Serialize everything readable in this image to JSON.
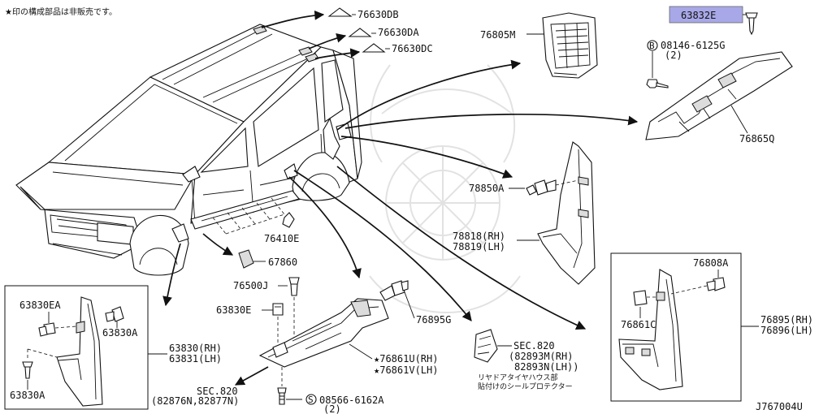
{
  "note": "★印の構成部品は非販売です。",
  "diagram_id": "J767004U",
  "parts": {
    "p76630DB": "76630DB",
    "p76630DA": "76630DA",
    "p76630DC": "76630DC",
    "p76805M": "76805M",
    "p63832E": "63832E",
    "bolt_code": "08146-6125G",
    "bolt_marker": "B",
    "bolt_qty": "(2)",
    "p76865Q": "76865Q",
    "p78850A": "78850A",
    "p78818": "78818(RH)",
    "p78819": "78819(LH)",
    "p76410E": "76410E",
    "p67860": "67860",
    "p76500J": "76500J",
    "p63830E": "63830E",
    "p76895G": "76895G",
    "p76861U": "★76861U(RH)",
    "p76861V": "★76861V(LH)",
    "sec820_a": "SEC.820",
    "p82893M": "(82893M(RH)",
    "p82893N": "82893N(LH))",
    "jp_desc_1": "リヤドアタイヤハウス部",
    "jp_desc_2": "貼付けのシールプロテクター",
    "sec820_b": "SEC.820",
    "sec820_b_parts": "(82876N,82877N)",
    "screw_marker": "S",
    "screw_code": "08566-6162A",
    "screw_qty": "(2)",
    "p63830EA": "63830EA",
    "p63830A_1": "63830A",
    "p63830": "63830(RH)",
    "p63831": "63831(LH)",
    "p63830A_2": "63830A",
    "p76808A": "76808A",
    "p76861C": "76861C",
    "p76895": "76895(RH)",
    "p76896": "76896(LH)"
  },
  "colors": {
    "highlight": "#a8a8e8",
    "line": "#111111",
    "watermark": "#e2e2e2"
  }
}
